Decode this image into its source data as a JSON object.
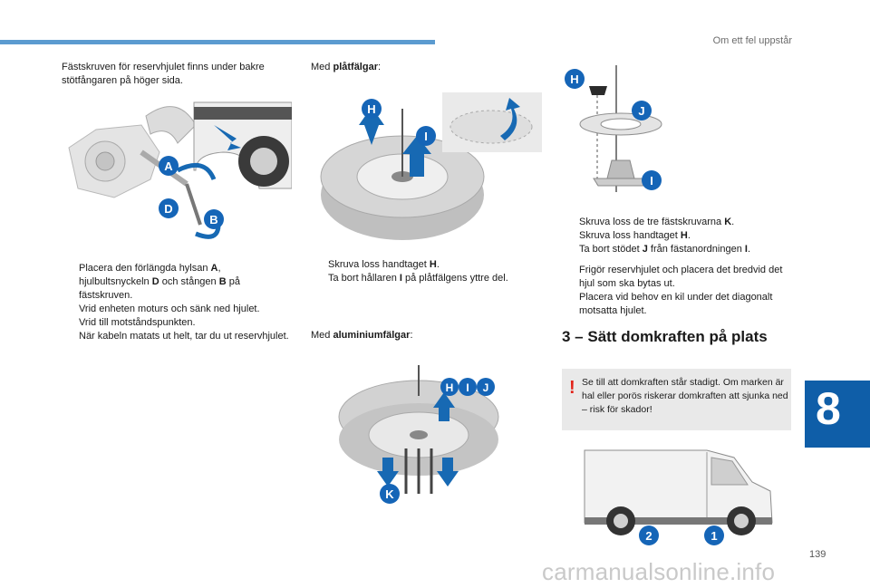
{
  "header": {
    "chapter_title": "Om ett fel uppstår",
    "chapter_number": "8",
    "page_number": "139"
  },
  "col1": {
    "intro": "Fästskruven för reservhjulet finns under bakre stötfångaren på höger sida.",
    "labels": [
      "A",
      "D",
      "B"
    ],
    "steps": [
      [
        "Placera den förlängda hylsan ",
        "A",
        ", hjulbultsnyckeln ",
        "D",
        " och stången ",
        "B",
        " på fästskruven."
      ],
      [
        "Vrid enheten moturs och sänk ned hjulet."
      ],
      [
        "Vrid till motståndspunkten."
      ],
      [
        "När kabeln matats ut helt, tar du ut reservhjulet."
      ]
    ]
  },
  "col2": {
    "steel_prefix": "Med ",
    "steel_word": "plåtfälgar",
    "steel_suffix": ":",
    "steel_labels": [
      "H",
      "I"
    ],
    "steel_steps": [
      [
        "Skruva loss handtaget ",
        "H",
        "."
      ],
      [
        "Ta bort hållaren ",
        "I",
        " på plåtfälgens yttre del."
      ]
    ],
    "alu_prefix": "Med ",
    "alu_word": "aluminiumfälgar",
    "alu_suffix": ":",
    "alu_labels": [
      "H",
      "I",
      "J",
      "K"
    ]
  },
  "col3": {
    "labels": [
      "H",
      "J",
      "I"
    ],
    "steps_a": [
      [
        "Skruva loss de tre fästskruvarna ",
        "K",
        "."
      ],
      [
        "Skruva loss handtaget ",
        "H",
        "."
      ],
      [
        "Ta bort stödet ",
        "J",
        " från fästanordningen ",
        "I",
        "."
      ]
    ],
    "steps_b": [
      [
        "Frigör reservhjulet och placera det bredvid det hjul som ska bytas ut."
      ],
      [
        "Placera vid behov en kil under det diagonalt motsatta hjulet."
      ]
    ],
    "section_title": "3 – Sätt domkraften på plats",
    "warning_icon": "!",
    "warning": "Se till att domkraften står stadigt. Om marken är hal eller porös riskerar domkraften att sjunka ned – risk för skador!",
    "van_labels": [
      "2",
      "1"
    ]
  },
  "bullet_symbol": "",
  "watermark": "carmanualsonline.info",
  "colors": {
    "accent": "#0f5ea8",
    "topbar": "#5b9bd0",
    "warning": "#e2231a",
    "callout": "#1565b7",
    "arrow": "#1769b3"
  }
}
